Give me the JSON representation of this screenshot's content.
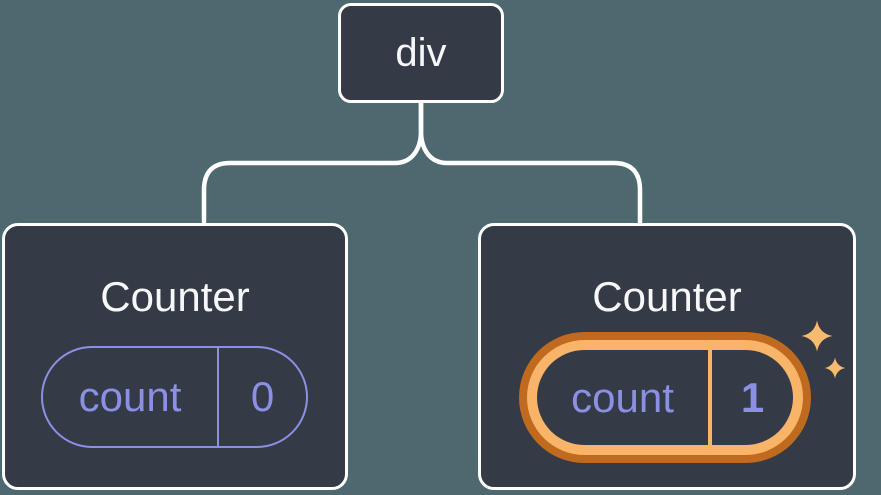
{
  "colors": {
    "background": "#4e6870",
    "card_bg": "#343a46",
    "line_white": "#ffffff",
    "title_text": "#f6f7f9",
    "purple": "#8b90e4",
    "orange_light": "#f8b468",
    "orange_dark": "#c06a20",
    "sparkle": "#f8ba6e"
  },
  "tree": {
    "root": {
      "label": "div"
    },
    "children": [
      {
        "title": "Counter",
        "state": {
          "label": "count",
          "value": "0",
          "highlighted": false
        }
      },
      {
        "title": "Counter",
        "state": {
          "label": "count",
          "value": "1",
          "highlighted": true
        }
      }
    ]
  }
}
